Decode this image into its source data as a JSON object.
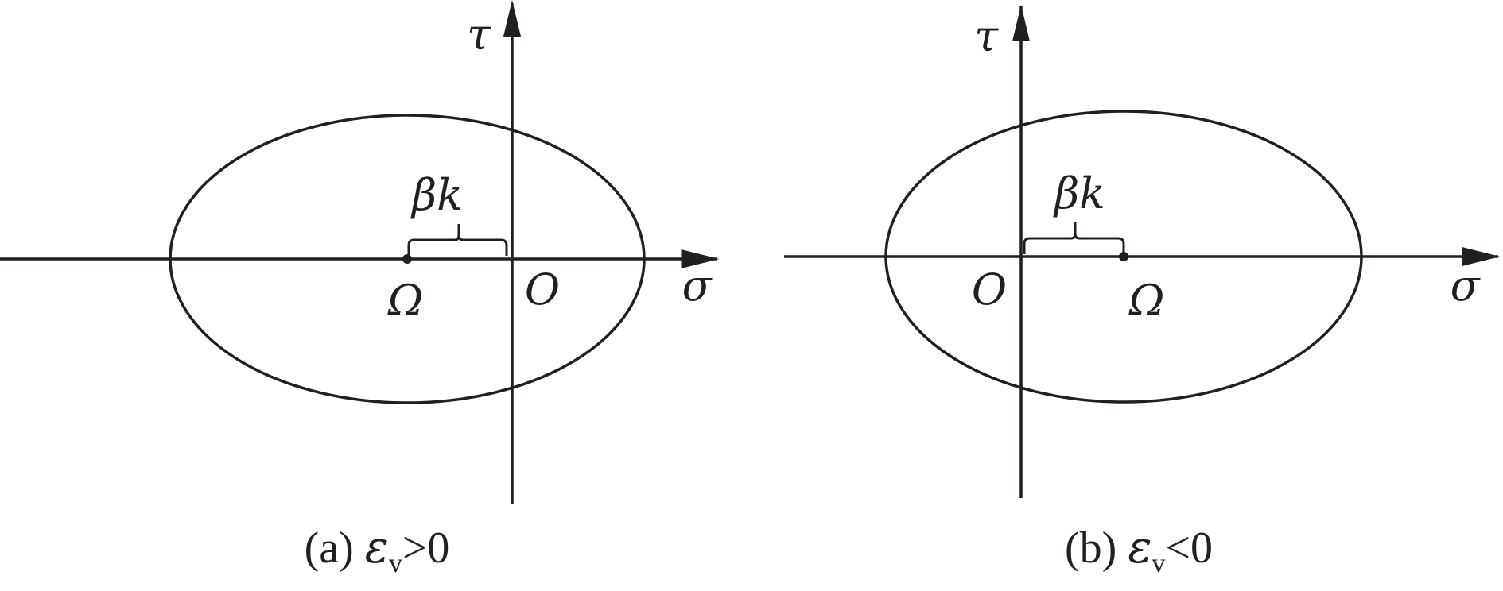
{
  "panels": [
    {
      "id": "a",
      "axis_labels": {
        "horizontal": "σ",
        "vertical": "τ"
      },
      "origin_label": "O",
      "center_label": "Ω",
      "offset_label": "βk",
      "caption": {
        "prefix": "(a) ",
        "symbol": "ε",
        "subscript": "v",
        "relation": ">0"
      }
    },
    {
      "id": "b",
      "axis_labels": {
        "horizontal": "σ",
        "vertical": "τ"
      },
      "origin_label": "O",
      "center_label": "Ω",
      "offset_label": "βk",
      "caption": {
        "prefix": "(b) ",
        "symbol": "ε",
        "subscript": "v",
        "relation": "<0"
      }
    }
  ],
  "colors": {
    "ink": "#231f20",
    "background": "#ffffff"
  }
}
